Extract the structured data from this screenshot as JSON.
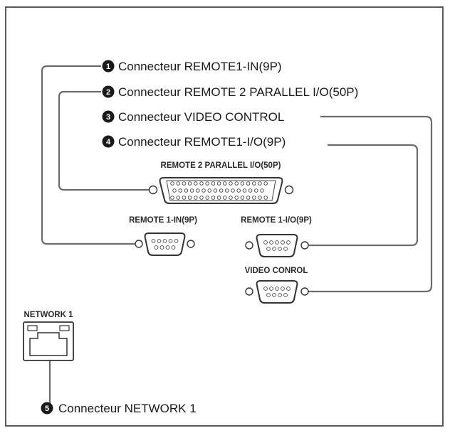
{
  "callouts": [
    {
      "number": "1",
      "label": "Connecteur REMOTE1-IN(9P)"
    },
    {
      "number": "2",
      "label": "Connecteur REMOTE 2 PARALLEL I/O(50P)"
    },
    {
      "number": "3",
      "label": "Connecteur VIDEO CONTROL"
    },
    {
      "number": "4",
      "label": "Connecteur REMOTE1-I/O(9P)"
    },
    {
      "number": "5",
      "label": "Connecteur NETWORK 1"
    }
  ],
  "ports": {
    "parallel": "REMOTE 2 PARALLEL I/O(50P)",
    "remote_in": "REMOTE 1-IN(9P)",
    "remote_io": "REMOTE 1-I/O(9P)",
    "video": "VIDEO CONROL",
    "network": "NETWORK 1"
  },
  "colors": {
    "wire": "#6b6b6b",
    "frame": "#5a5a5a",
    "callout_badge": "#1a1a1a"
  },
  "icons": {
    "parallel": "dsub-50-connector-icon",
    "remote_in": "dsub-9-connector-icon",
    "remote_io": "dsub-9-connector-icon",
    "video": "dsub-9-connector-icon",
    "network": "rj45-jack-icon"
  }
}
